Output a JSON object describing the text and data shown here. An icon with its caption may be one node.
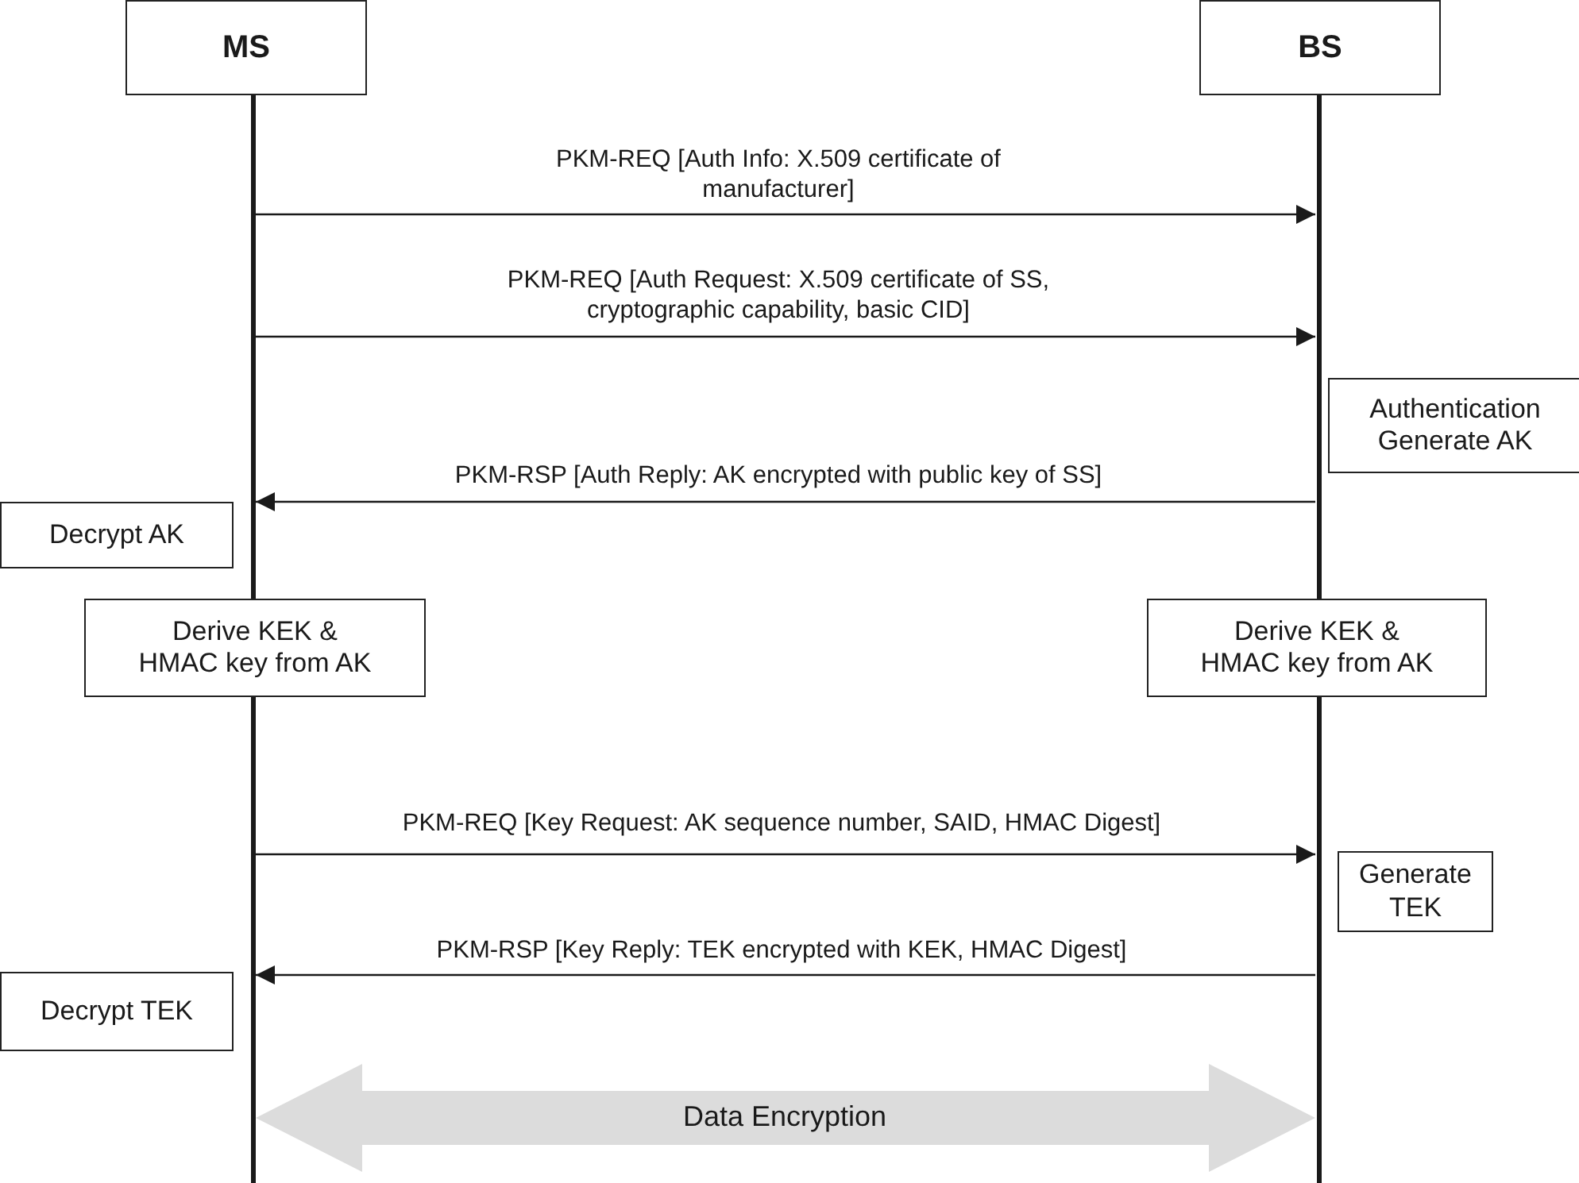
{
  "diagram": {
    "nodes": [
      {
        "text": [
          "MS"
        ]
      },
      {
        "text": [
          "BS"
        ]
      },
      {
        "text": [
          "Authentication",
          "Generate AK"
        ]
      },
      {
        "text": [
          "Decrypt AK"
        ]
      },
      {
        "text": [
          "Derive KEK & HMAC key from AK"
        ]
      },
      {
        "text": [
          "Derive KEK & HMAC key from AK"
        ]
      },
      {
        "text": [
          "Generate TEK"
        ]
      },
      {
        "text": [
          "Decrypt TEK"
        ]
      }
    ],
    "edges": [
      {
        "from": 0,
        "to": 1,
        "arrow": "to",
        "label": "PKM-REQ [Auth Info: X.509 certificate of manufacturer]"
      },
      {
        "from": 0,
        "to": 1,
        "arrow": "to",
        "label": "PKM-REQ [Auth Request: X.509 certificate of SS, cryptographic capability, basic CID]"
      },
      {
        "from": 1,
        "to": 0,
        "arrow": "to",
        "label": "PKM-RSP [Auth Reply: AK encrypted with public key of SS]"
      },
      {
        "from": 0,
        "to": 1,
        "arrow": "to",
        "label": "PKM-REQ [Key Request: AK sequence number, SAID, HMAC Digest]"
      },
      {
        "from": 1,
        "to": 0,
        "arrow": "to",
        "label": "PKM-RSP [Key Reply: TEK encrypted with KEK, HMAC Digest]"
      },
      {
        "from": 0,
        "to": 1,
        "arrow": "both",
        "label": "Data Encryption",
        "style": "thick",
        "color": "#dcdcdc"
      }
    ]
  }
}
